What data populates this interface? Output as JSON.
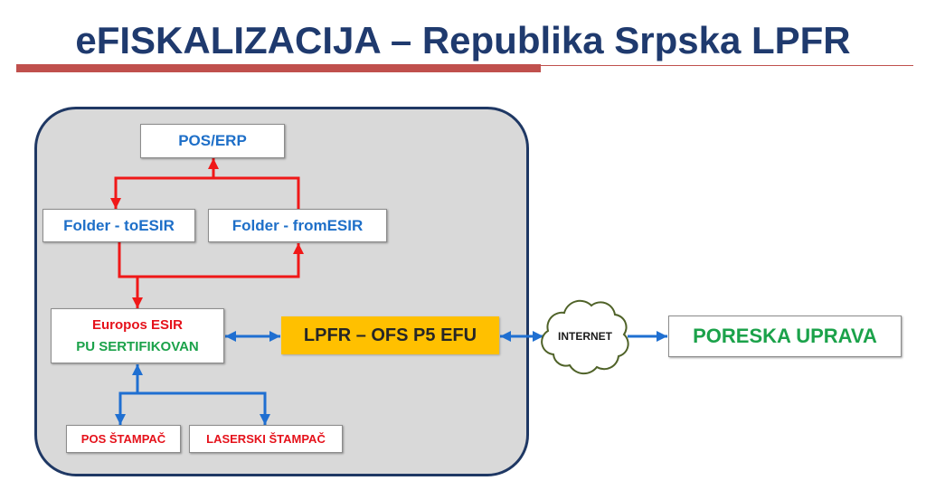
{
  "title": "eFISKALIZACIJA – Republika Srpska LPFR",
  "nodes": {
    "pos_erp": "POS/ERP",
    "folder_to_esir": "Folder - toESIR",
    "folder_from_esir": "Folder - fromESIR",
    "esir_name": "Europos ESIR",
    "esir_status": "PU SERTIFIKOVAN",
    "lpfr": "LPFR – OFS P5 EFU",
    "internet": "INTERNET",
    "tax_authority": "PORESKA UPRAVA",
    "pos_printer": "POS ŠTAMPAČ",
    "laser_printer": "LASERSKI ŠTAMPAČ"
  },
  "colors": {
    "title": "#1F3A6E",
    "title_underline": "#C0504D",
    "container_fill": "#D9D9D9",
    "container_border": "#1F3864",
    "blue_text": "#1E6FC8",
    "red_text": "#E5121B",
    "green_text": "#1BA24A",
    "lpfr_fill": "#FFC000",
    "red_connector": "#F01818",
    "blue_connector": "#1F6FD1"
  }
}
